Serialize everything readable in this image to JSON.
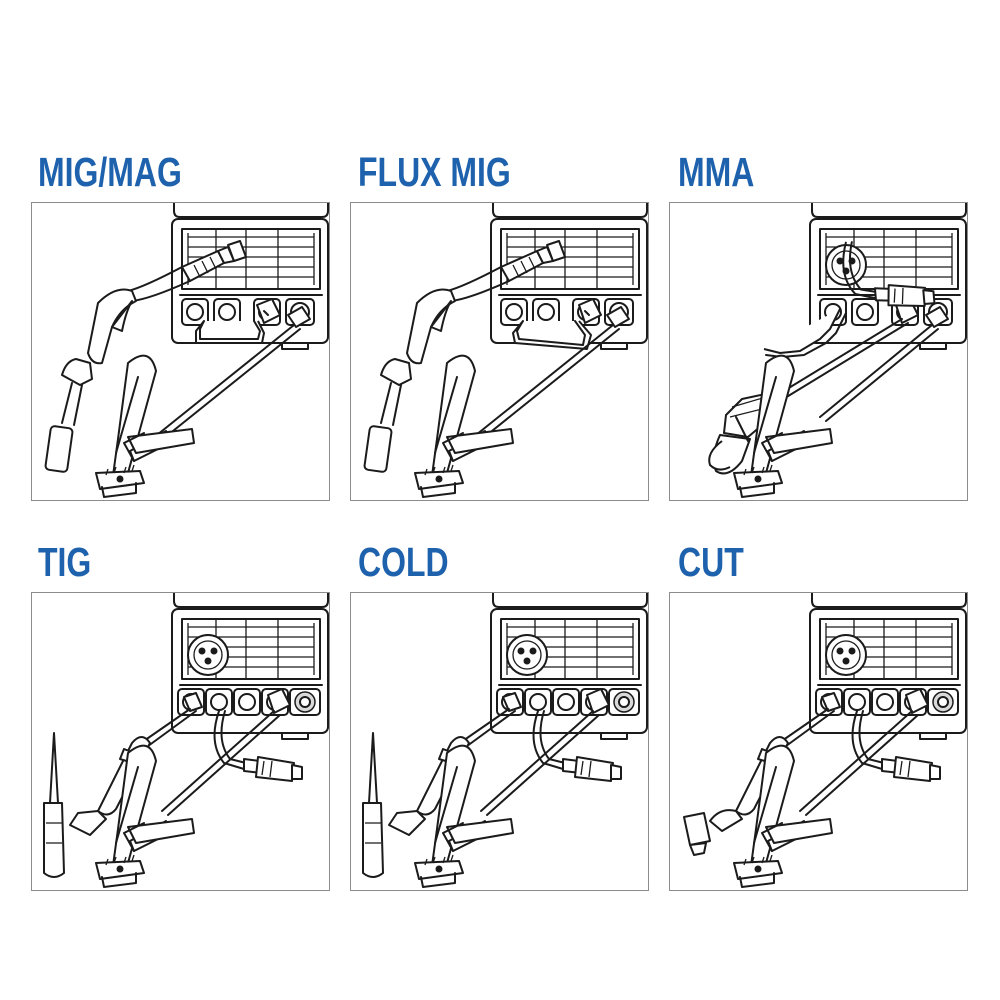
{
  "modes": [
    {
      "key": "mig-mag",
      "title": "MIG/MAG"
    },
    {
      "key": "flux-mig",
      "title": "FLUX MIG"
    },
    {
      "key": "mma",
      "title": "MMA"
    },
    {
      "key": "tig",
      "title": "TIG"
    },
    {
      "key": "cold",
      "title": "COLD"
    },
    {
      "key": "cut",
      "title": "CUT"
    }
  ],
  "colors": {
    "title": "#1e62ad",
    "line": "#1b1b1b",
    "panel_border": "#8c8c8c"
  }
}
